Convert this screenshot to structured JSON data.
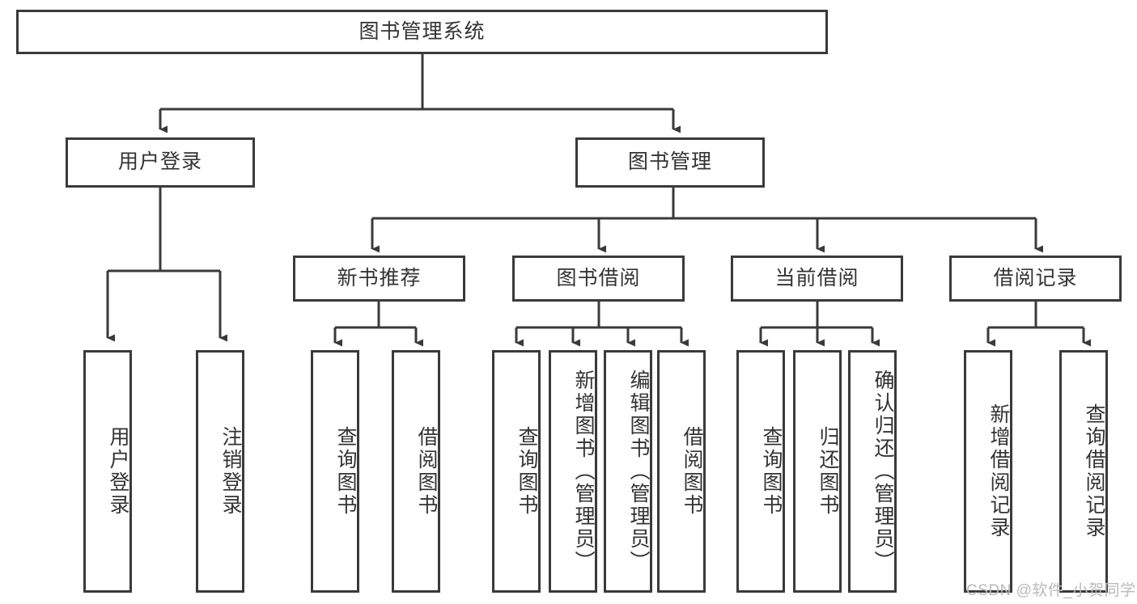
{
  "diagram": {
    "title_node": {
      "label": "图书管理系统"
    },
    "level2": [
      {
        "id": "user-login",
        "label": "用户登录"
      },
      {
        "id": "book-management",
        "label": "图书管理"
      }
    ],
    "level3": [
      {
        "id": "new-book-recommend",
        "label": "新书推荐"
      },
      {
        "id": "book-borrow",
        "label": "图书借阅"
      },
      {
        "id": "current-borrow",
        "label": "当前借阅"
      },
      {
        "id": "borrow-record",
        "label": "借阅记录"
      }
    ],
    "leaves": {
      "user_login": [
        {
          "id": "leaf-user-login",
          "label": "用户登录"
        },
        {
          "id": "leaf-logout",
          "label": "注销登录"
        }
      ],
      "new_book_recommend": [
        {
          "id": "leaf-query-book-1",
          "label": "查询图书"
        },
        {
          "id": "leaf-borrow-book-1",
          "label": "借阅图书"
        }
      ],
      "book_borrow": [
        {
          "id": "leaf-query-book-2",
          "label": "查询图书"
        },
        {
          "id": "leaf-add-book",
          "label": "新增图书（管理员）"
        },
        {
          "id": "leaf-edit-book",
          "label": "编辑图书（管理员）"
        },
        {
          "id": "leaf-borrow-book-2",
          "label": "借阅图书"
        }
      ],
      "current_borrow": [
        {
          "id": "leaf-query-book-3",
          "label": "查询图书"
        },
        {
          "id": "leaf-return-book",
          "label": "归还图书"
        },
        {
          "id": "leaf-confirm-return",
          "label": "确认归还（管理员）"
        }
      ],
      "borrow_record": [
        {
          "id": "leaf-add-record",
          "label": "新增借阅记录"
        },
        {
          "id": "leaf-query-record",
          "label": "查询借阅记录"
        }
      ]
    },
    "watermark": {
      "text": "CSDN @软件_小贺同学"
    },
    "colors": {
      "stroke": "#3a3a3a",
      "background": "#ffffff",
      "text": "#333333",
      "watermark": "#b9b9b9"
    }
  }
}
